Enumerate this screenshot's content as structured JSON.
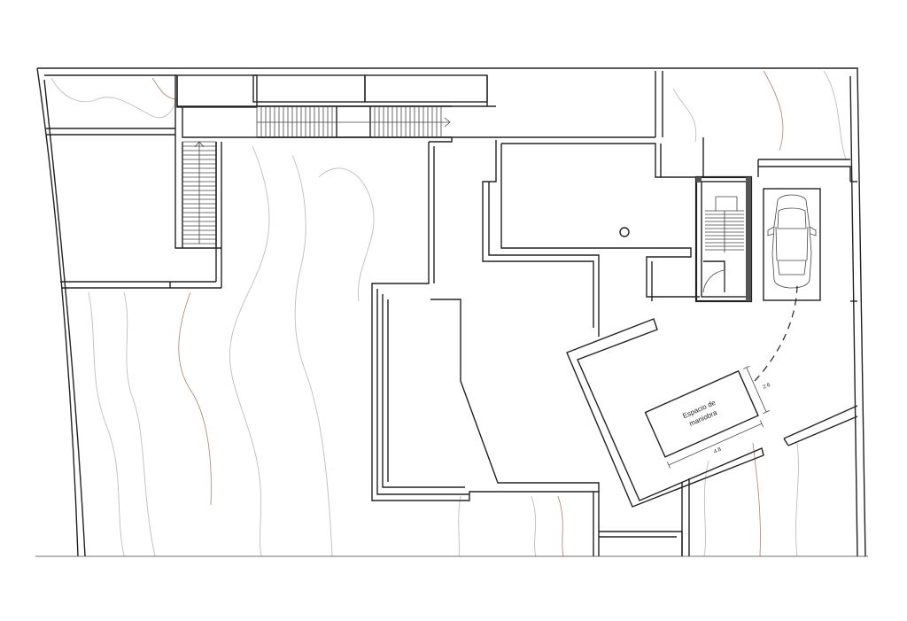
{
  "maneuver_space": {
    "label_line1": "Espacio de",
    "label_line2": "maniobra",
    "dim_width": "2.6",
    "dim_length": "4.8"
  },
  "colors": {
    "wall": "#222222",
    "contour_grey": "#bdbdbd",
    "contour_brown": "#a9826f",
    "background": "#ffffff"
  },
  "icons": [
    "car-icon",
    "stair-up-arrow-icon"
  ]
}
